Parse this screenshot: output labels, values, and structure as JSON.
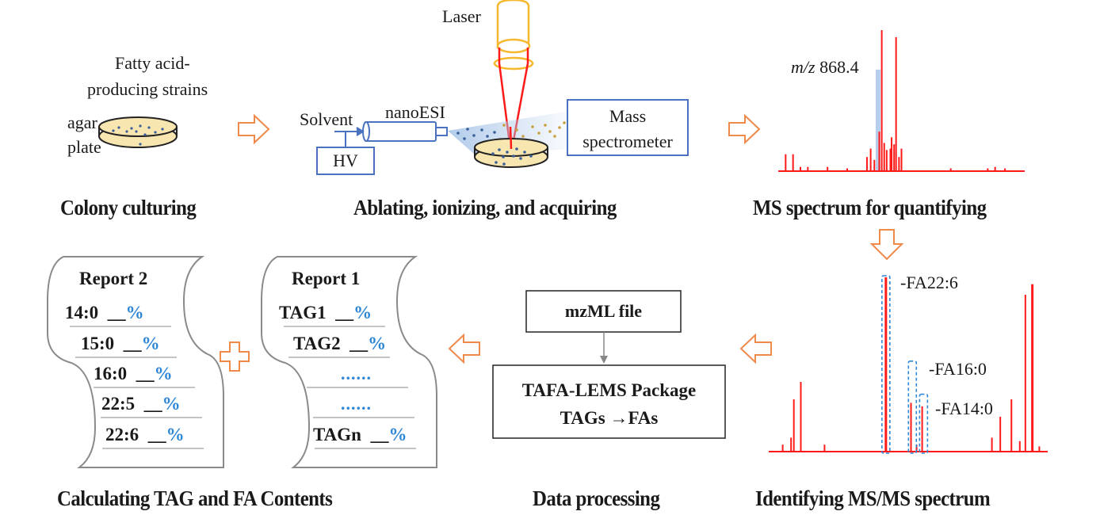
{
  "colors": {
    "arrow_orange": "#ef8a4a",
    "spectrum_red": "#ff1a1a",
    "highlight_blue": "#a9c6e8",
    "accent_blue": "#2e86d6",
    "box_blue": "#4a72c0",
    "laser_yellow": "#f5b82e",
    "agar_fill": "#f8e6b0",
    "paper_gray": "#8a8a8a"
  },
  "steps": {
    "colony": {
      "caption": "Colony culturing",
      "label_strains_1": "Fatty acid-",
      "label_strains_2": "producing strains",
      "label_agar_1": "agar",
      "label_agar_2": "plate"
    },
    "ablation": {
      "caption": "Ablating, ionizing, and  acquiring",
      "laser_label": "Laser",
      "nanoesi_label": "nanoESI",
      "solvent_label": "Solvent",
      "hv_label": "HV",
      "ms_label_1": "Mass",
      "ms_label_2": "spectrometer"
    },
    "ms_spectrum": {
      "caption": "MS spectrum for quantifying",
      "mz_prefix": "m/z",
      "mz_value": "868.4"
    },
    "msms": {
      "caption": "Identifying MS/MS spectrum",
      "peak_labels": [
        "-FA22:6",
        "-FA16:0",
        "-FA14:0"
      ]
    },
    "processing": {
      "caption": "Data processing",
      "file_box": "mzML file",
      "package_line1": "TAFA-LEMS Package",
      "package_line2": "TAGs →FAs"
    },
    "calculation": {
      "caption": "Calculating TAG and FA Contents",
      "report1": {
        "title": "Report 1",
        "rows": [
          {
            "name": "TAG1",
            "blank": "__",
            "unit": "%"
          },
          {
            "name": "TAG2",
            "blank": "__",
            "unit": "%"
          },
          {
            "name": "",
            "blank": "",
            "unit": "......"
          },
          {
            "name": "",
            "blank": "",
            "unit": "......"
          },
          {
            "name": "TAGn",
            "blank": "__",
            "unit": "%"
          }
        ]
      },
      "report2": {
        "title": "Report 2",
        "rows": [
          {
            "name": "14:0",
            "blank": "__",
            "unit": "%"
          },
          {
            "name": "15:0",
            "blank": "__",
            "unit": "%"
          },
          {
            "name": "16:0",
            "blank": "__",
            "unit": "%"
          },
          {
            "name": "22:5",
            "blank": "__",
            "unit": "%"
          },
          {
            "name": "22:6",
            "blank": "__",
            "unit": "%"
          }
        ]
      }
    }
  },
  "spectra": {
    "ms": {
      "peaks": [
        {
          "x": 0.03,
          "h": 0.12
        },
        {
          "x": 0.06,
          "h": 0.12
        },
        {
          "x": 0.09,
          "h": 0.03
        },
        {
          "x": 0.12,
          "h": 0.03
        },
        {
          "x": 0.2,
          "h": 0.03
        },
        {
          "x": 0.28,
          "h": 0.02
        },
        {
          "x": 0.36,
          "h": 0.1
        },
        {
          "x": 0.375,
          "h": 0.16
        },
        {
          "x": 0.39,
          "h": 0.08
        },
        {
          "x": 0.41,
          "h": 0.28
        },
        {
          "x": 0.42,
          "h": 1.0
        },
        {
          "x": 0.43,
          "h": 0.2
        },
        {
          "x": 0.44,
          "h": 0.15
        },
        {
          "x": 0.455,
          "h": 0.16
        },
        {
          "x": 0.46,
          "h": 0.24
        },
        {
          "x": 0.47,
          "h": 0.19
        },
        {
          "x": 0.478,
          "h": 0.95
        },
        {
          "x": 0.49,
          "h": 0.1
        },
        {
          "x": 0.5,
          "h": 0.16
        },
        {
          "x": 0.5,
          "h": 0.06
        },
        {
          "x": 0.7,
          "h": 0.02
        },
        {
          "x": 0.85,
          "h": 0.02
        },
        {
          "x": 0.88,
          "h": 0.03
        },
        {
          "x": 0.92,
          "h": 0.02
        }
      ],
      "highlight_x": 0.405,
      "highlight_h": 0.72
    },
    "msms": {
      "peaks": [
        {
          "x": 0.05,
          "h": 0.04
        },
        {
          "x": 0.08,
          "h": 0.08
        },
        {
          "x": 0.09,
          "h": 0.3
        },
        {
          "x": 0.115,
          "h": 0.4
        },
        {
          "x": 0.2,
          "h": 0.04
        },
        {
          "x": 0.42,
          "h": 1.0
        },
        {
          "x": 0.51,
          "h": 0.28
        },
        {
          "x": 0.53,
          "h": 0.04
        },
        {
          "x": 0.55,
          "h": 0.26
        },
        {
          "x": 0.8,
          "h": 0.08
        },
        {
          "x": 0.83,
          "h": 0.2
        },
        {
          "x": 0.87,
          "h": 0.3
        },
        {
          "x": 0.9,
          "h": 0.06
        },
        {
          "x": 0.92,
          "h": 0.9
        },
        {
          "x": 0.945,
          "h": 0.96
        },
        {
          "x": 0.97,
          "h": 0.03
        }
      ],
      "boxes": [
        {
          "x": 0.42,
          "h": 1.0
        },
        {
          "x": 0.515,
          "h": 0.51
        },
        {
          "x": 0.555,
          "h": 0.32
        }
      ]
    }
  }
}
